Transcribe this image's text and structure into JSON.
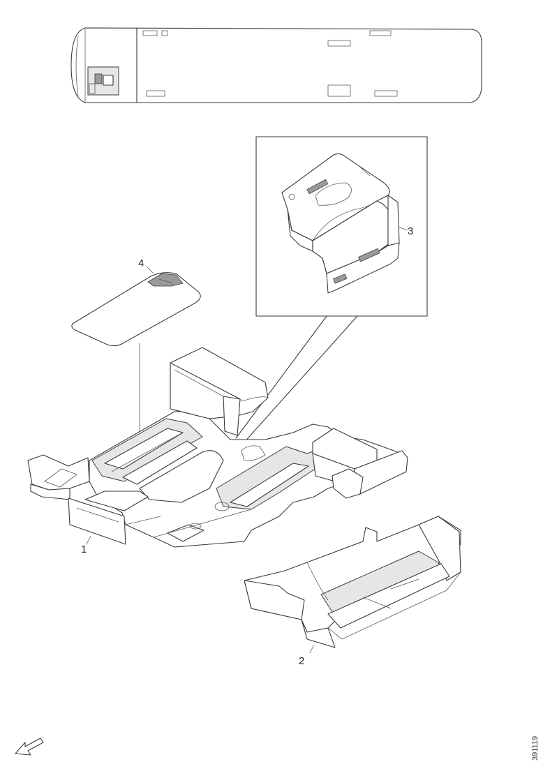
{
  "callouts": {
    "part1": "1",
    "part2": "2",
    "part3": "3",
    "part4": "4"
  },
  "figure_code": "391119",
  "icons": {
    "direction": "direction-arrow-icon"
  }
}
